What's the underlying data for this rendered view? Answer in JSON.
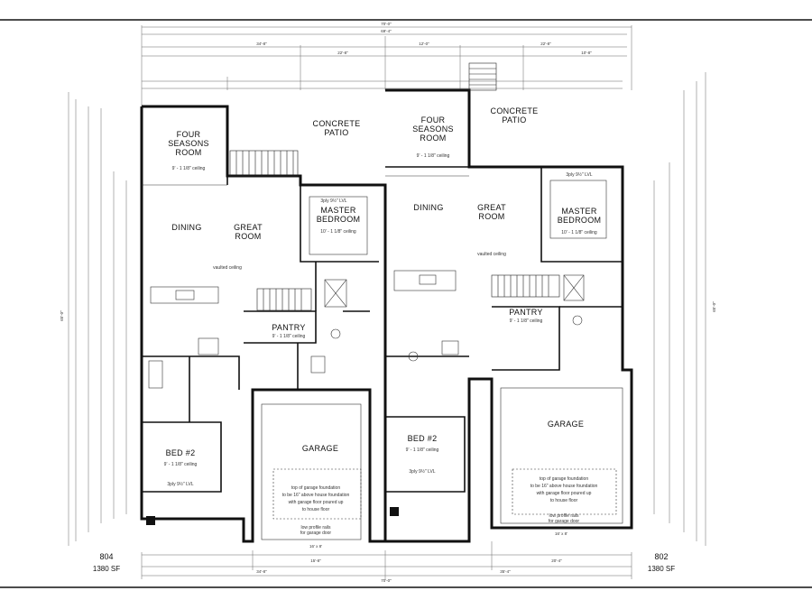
{
  "units": [
    {
      "unit_number": "804",
      "area": "1380 SF",
      "rooms": {
        "four_seasons": [
          "FOUR",
          "SEASONS",
          "ROOM"
        ],
        "concrete_patio": [
          "CONCRETE",
          "PATIO"
        ],
        "dining": "DINING",
        "great_room": [
          "GREAT",
          "ROOM"
        ],
        "master_bedroom": [
          "MASTER",
          "BEDROOM"
        ],
        "pantry": "PANTRY",
        "bed2": "BED #2",
        "garage": "GARAGE"
      },
      "notes": {
        "ceiling_four_seasons": "9' - 1 1/8\" ceiling",
        "ceiling_master": "10' - 1 1/8\" ceiling",
        "ceiling_pantry": "9' - 1 1/8\" ceiling",
        "ceiling_bed2": "9' - 1 1/8\" ceiling",
        "vaulted": "vaulted ceiling",
        "lvl": "3ply 9½\" LVL",
        "garage_note": [
          "top of garage foundation",
          "to be 16\" above house foundation",
          "with garage floor poured up",
          "to house floor"
        ],
        "garage_door": [
          "low profile rails",
          "for garage door"
        ]
      }
    },
    {
      "unit_number": "802",
      "area": "1380 SF",
      "rooms": {
        "four_seasons": [
          "FOUR",
          "SEASONS",
          "ROOM"
        ],
        "concrete_patio": [
          "CONCRETE",
          "PATIO"
        ],
        "dining": "DINING",
        "great_room": [
          "GREAT",
          "ROOM"
        ],
        "master_bedroom": [
          "MASTER",
          "BEDROOM"
        ],
        "pantry": "PANTRY",
        "bed2": "BED #2",
        "garage": "GARAGE"
      },
      "notes": {
        "ceiling_four_seasons": "9' - 1 1/8\" ceiling",
        "ceiling_master": "10' - 1 1/8\" ceiling",
        "ceiling_pantry": "9' - 1 1/8\" ceiling",
        "ceiling_bed2": "9' - 1 1/8\" ceiling",
        "vaulted": "vaulted ceiling",
        "lvl": "3ply 9½\" LVL",
        "garage_note": [
          "top of garage foundation",
          "to be 16\" above house foundation",
          "with garage floor poured up",
          "to house floor"
        ],
        "garage_door": [
          "low profile rails",
          "for garage door"
        ]
      }
    }
  ],
  "dimensions": {
    "top_overall": "70'-0\"",
    "top_overall2": "69'-4\"",
    "top_left_unit": "34'-8\"",
    "top_middle": "22'-8\"",
    "top_12": "12'-0\"",
    "top_right": "10'-8\"",
    "bottom_overall": "70'-0\"",
    "bottom_left": "34'-8\"",
    "bottom_right": "35'-4\"",
    "garage_width_left": "15'-8\"",
    "garage_width_right": "20'-4\"",
    "garage_door": "16' x 8'",
    "right_depth": "65'-0\"",
    "left_depth": "65'-0\""
  }
}
